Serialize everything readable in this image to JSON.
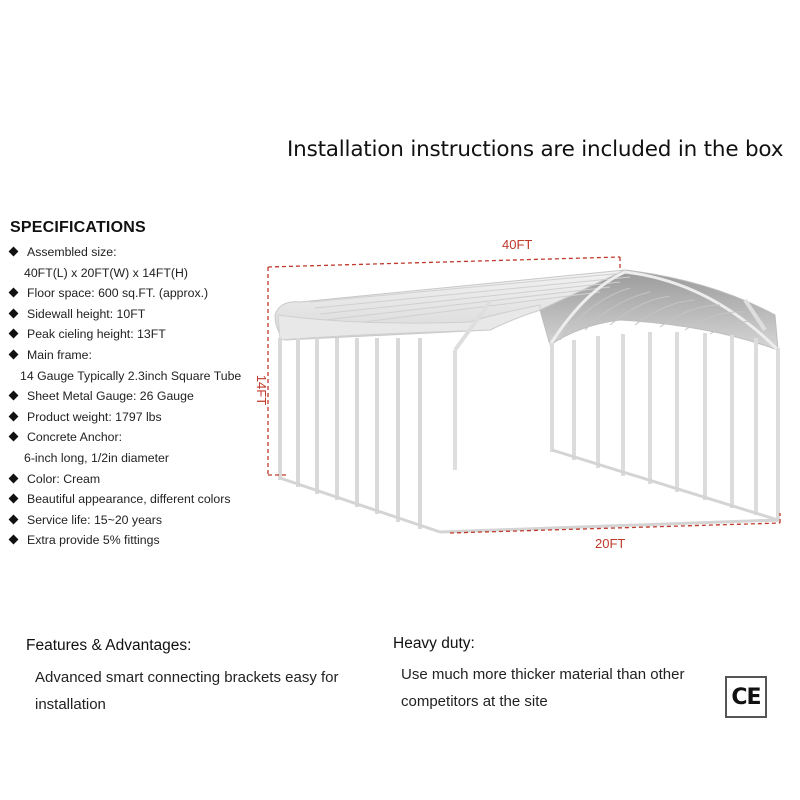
{
  "headline": "Installation instructions are included in the box",
  "specifications": {
    "title": "SPECIFICATIONS",
    "items": [
      {
        "type": "bullet",
        "text": "Assembled size:"
      },
      {
        "type": "cont",
        "text": "40FT(L) x 20FT(W) x 14FT(H)"
      },
      {
        "type": "bullet",
        "text": "Floor space: 600 sq.FT. (approx.)"
      },
      {
        "type": "bullet",
        "text": "Sidewall height: 10FT"
      },
      {
        "type": "bullet",
        "text": "Peak cieling height: 13FT"
      },
      {
        "type": "bullet",
        "text": "Main frame:"
      },
      {
        "type": "cont2",
        "text": "14 Gauge Typically 2.3inch Square Tube"
      },
      {
        "type": "bullet",
        "text": "Sheet Metal Gauge: 26 Gauge"
      },
      {
        "type": "bullet",
        "text": "Product weight: 1797 lbs"
      },
      {
        "type": "bullet",
        "text": "Concrete Anchor:"
      },
      {
        "type": "cont",
        "text": "6-inch long, 1/2in diameter"
      },
      {
        "type": "bullet",
        "text": "Color: Cream"
      },
      {
        "type": "bullet",
        "text": "Beautiful appearance, different colors"
      },
      {
        "type": "bullet",
        "text": "Service life: 15~20 years"
      },
      {
        "type": "bullet",
        "text": "Extra provide 5% fittings"
      }
    ]
  },
  "diagram": {
    "length_label": "40FT",
    "width_label": "20FT",
    "height_label": "14FT",
    "dimension_color": "#c0392b"
  },
  "features": {
    "title": "Features & Advantages:",
    "text": "Advanced smart connecting brackets easy for installation"
  },
  "heavy_duty": {
    "title": "Heavy duty:",
    "text": "Use much more thicker material than other competitors at the site"
  },
  "certification": {
    "mark": "CE"
  }
}
